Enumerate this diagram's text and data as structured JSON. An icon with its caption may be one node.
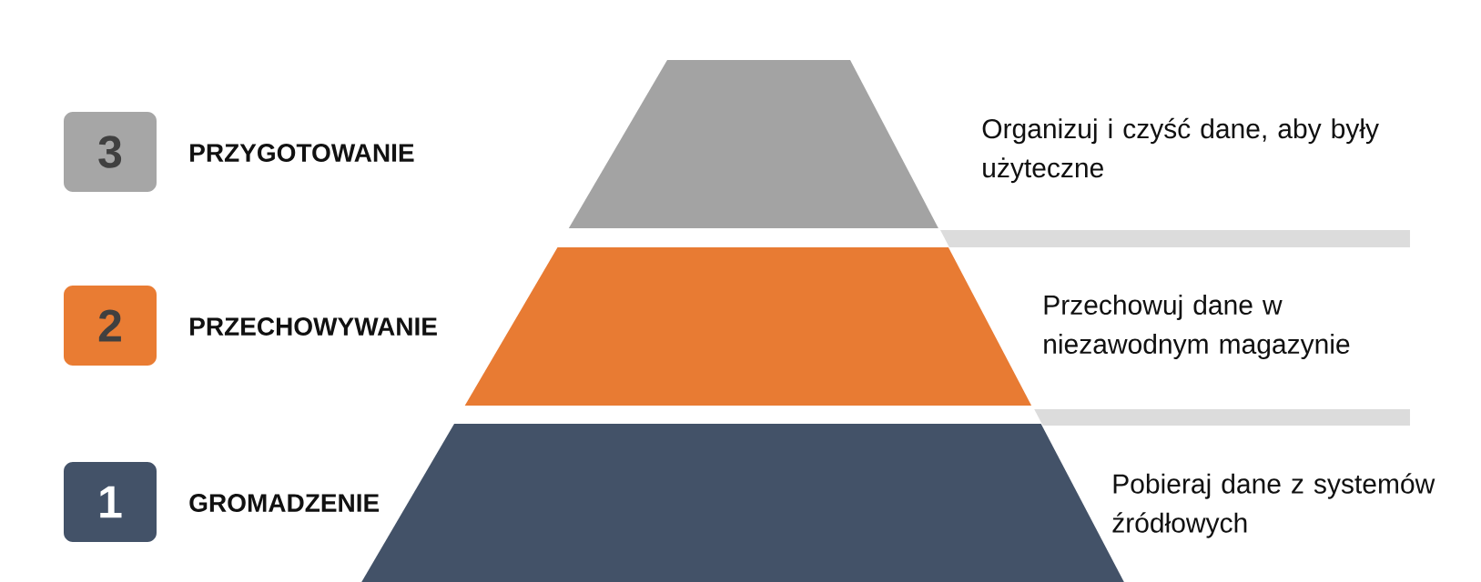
{
  "diagram": {
    "nodes": [
      {
        "text": [
          "3",
          "PRZYGOTOWANIE"
        ]
      },
      {
        "text": [],
        "shape": "trapezoid",
        "beside": [
          "Organizuj i czyść dane, aby były użyteczne"
        ]
      },
      {
        "text": [],
        "shape": "bar"
      },
      {
        "text": [
          "2",
          "PRZECHOWYWANIE"
        ]
      },
      {
        "text": [],
        "shape": "trapezoid",
        "beside": [
          "Przechowuj dane w niezawodnym magazynie"
        ]
      },
      {
        "text": [],
        "shape": "bar"
      },
      {
        "text": [
          "1",
          "GROMADZENIE"
        ]
      },
      {
        "text": [],
        "shape": "trapezoid",
        "beside": [
          "Pobieraj dane z systemów źródłowych"
        ]
      }
    ]
  }
}
